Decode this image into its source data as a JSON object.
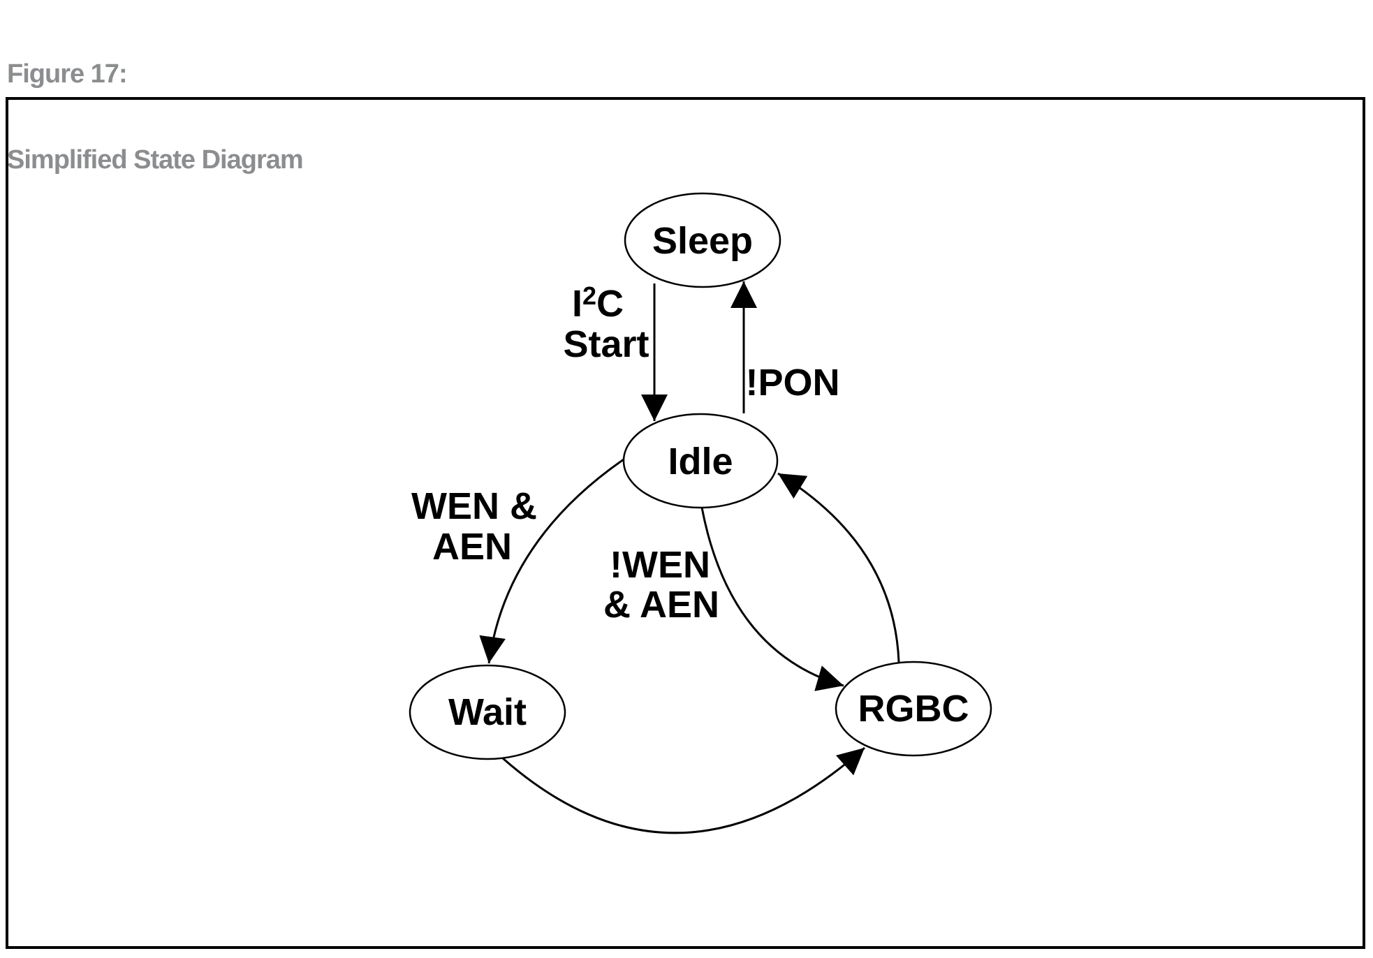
{
  "figure": {
    "label": "Figure 17:",
    "title": "Simplified State Diagram"
  },
  "colors": {
    "caption_gray": "#8b8d8f",
    "ink": "#000000",
    "background": "#ffffff"
  },
  "diagram": {
    "states": [
      {
        "id": "sleep",
        "label": "Sleep"
      },
      {
        "id": "idle",
        "label": "Idle"
      },
      {
        "id": "wait",
        "label": "Wait"
      },
      {
        "id": "rgbc",
        "label": "RGBC"
      }
    ],
    "transitions": [
      {
        "from": "Sleep",
        "to": "Idle",
        "condition": "I2C Start"
      },
      {
        "from": "Idle",
        "to": "Sleep",
        "condition": "!PON"
      },
      {
        "from": "Idle",
        "to": "Wait",
        "condition": "WEN & AEN"
      },
      {
        "from": "Idle",
        "to": "RGBC",
        "condition": "!WEN & AEN"
      },
      {
        "from": "Wait",
        "to": "RGBC",
        "condition": ""
      },
      {
        "from": "RGBC",
        "to": "Idle",
        "condition": ""
      }
    ],
    "labels": {
      "i2c_base": "I",
      "i2c_sup": "2",
      "i2c_tail": "C",
      "i2c_line2": "Start",
      "pon": "!PON",
      "wen_line1": "WEN &",
      "wen_line2": "AEN",
      "nwen_line1": "!WEN",
      "nwen_line2": "& AEN"
    }
  }
}
